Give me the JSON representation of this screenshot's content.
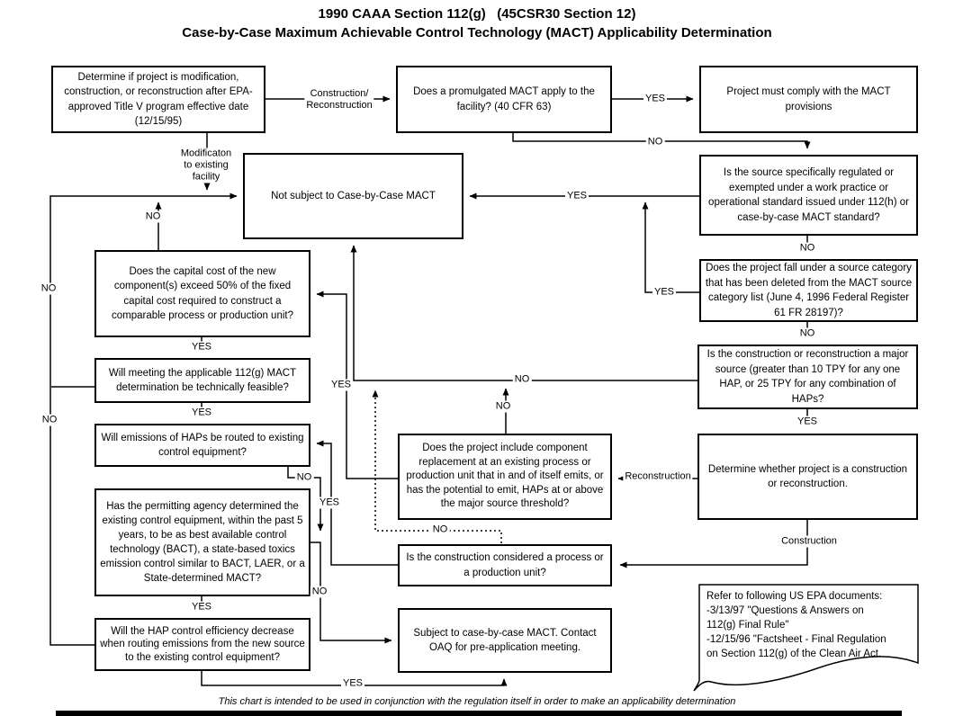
{
  "title": {
    "line1": "1990 CAAA Section 112(g)   (45CSR30 Section 12)",
    "line2": "Case-by-Case Maximum Achievable Control Technology (MACT) Applicability Determination"
  },
  "footer": "This chart is intended to be used in conjunction with the regulation itself in order to make an applicability determination",
  "boxes": {
    "determine_project": "Determine if project is modification, construction, or reconstruction after EPA-approved Title V program effective date (12/15/95)",
    "promulgated_mact": "Does a promulgated MACT apply to the facility? (40 CFR 63)",
    "must_comply": "Project must comply with the MACT provisions",
    "not_subject": "Not subject to Case-by-Case MACT",
    "source_regulated": "Is the source specifically regulated or exempted under a work practice or operational standard issued under 112(h) or case-by-case MACT standard?",
    "deleted_category": "Does the project fall under a source category that has been deleted from the MACT source category list (June 4, 1996 Federal Register 61 FR 28197)?",
    "major_source": "Is the construction or reconstruction a major source (greater than 10 TPY for any one HAP, or 25 TPY for any combination of HAPs?",
    "determine_construction": "Determine whether project is a construction or reconstruction.",
    "capital_cost": "Does the capital cost of the new component(s) exceed 50% of the fixed capital cost required to construct a comparable process or production unit?",
    "technically_feasible": "Will meeting the applicable 112(g) MACT determination be technically feasible?",
    "emissions_routed": "Will emissions of HAPs be routed to existing control equipment?",
    "permitting_agency": "Has the permitting agency determined the existing control equipment, within the past 5 years, to be as best available control technology (BACT), a state-based toxics emission control similar to BACT, LAER, or a State-determined MACT?",
    "hap_efficiency": "Will the HAP control efficiency decrease when routing emissions from the new source to the existing control equipment?",
    "component_replacement": "Does the project include component replacement at an existing process or production unit that in and of itself emits, or has the potential to emit, HAPs at or above the major source threshold?",
    "process_unit": "Is the construction considered a process or a production unit?",
    "subject_mact": "Subject to case-by-case MACT. Contact OAQ for pre-application meeting.",
    "refer_docs": "Refer to following US EPA documents:\n-3/13/97 \"Questions & Answers on\n112(g) Final Rule\"\n-12/15/96 \"Factsheet - Final Regulation\non Section 112(g) of the Clean Air Act."
  },
  "labels": {
    "yes": "YES",
    "no": "NO",
    "construction_reconstruction": "Construction/\nReconstruction",
    "modification": "Modificaton\nto existing\nfacility",
    "reconstruction": "Reconstruction",
    "construction": "Construction"
  },
  "colors": {
    "line": "#000000",
    "background": "#ffffff"
  }
}
